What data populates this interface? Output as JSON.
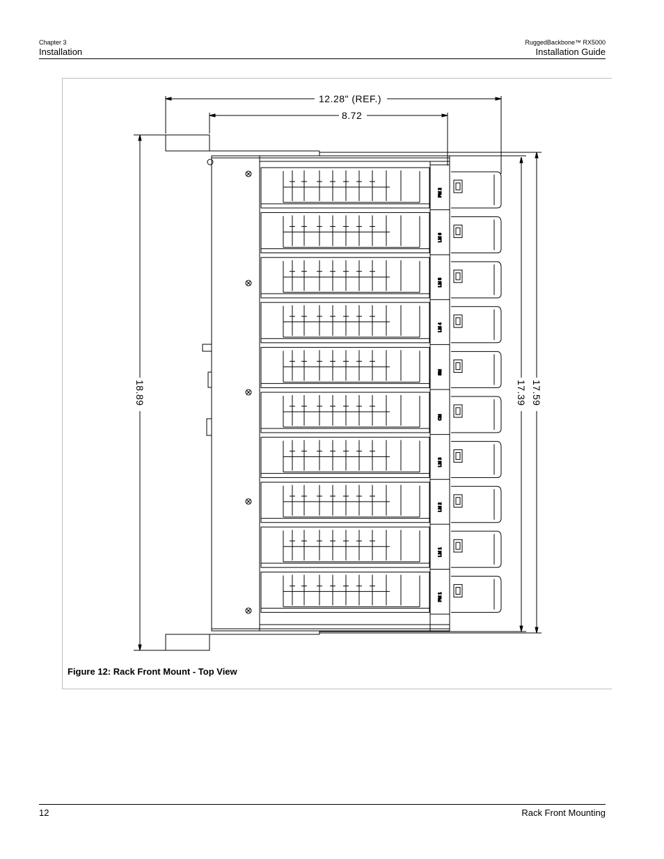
{
  "header": {
    "chapter": "Chapter 3",
    "section": "Installation",
    "product": "RuggedBackbone™ RX5000",
    "guide": "Installation Guide"
  },
  "figure": {
    "caption": "Figure 12: Rack Front Mount - Top View",
    "dimensions": {
      "width_ref": "12.28\" (REF.)",
      "inner_width": "8.72",
      "overall_depth": "18.89",
      "depth_a": "17.39",
      "depth_b": "17.59"
    },
    "slots": [
      "PM 2",
      "LM 6",
      "LM 5",
      "LM 4",
      "SM",
      "CM",
      "LM 3",
      "LM 2",
      "LM 1",
      "PM 1"
    ]
  },
  "footer": {
    "page_number": "12",
    "topic": "Rack Front Mounting"
  }
}
